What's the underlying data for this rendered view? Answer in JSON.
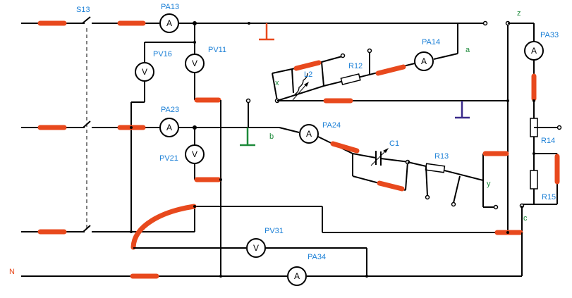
{
  "labels": {
    "S13": "S13",
    "PA13": "PA13",
    "PV16": "PV16",
    "PV11": "PV11",
    "PA14": "PA14",
    "PA33": "PA33",
    "L2": "L2",
    "R12": "R12",
    "PA23": "PA23",
    "PA24": "PA24",
    "C1": "C1",
    "R13": "R13",
    "PV21": "PV21",
    "R14": "R14",
    "R15": "R15",
    "PV31": "PV31",
    "PA34": "PA34",
    "N": "N"
  },
  "nodes": {
    "a": "a",
    "b": "b",
    "c": "c",
    "x": "x",
    "y": "y",
    "z": "z"
  },
  "meter_symbols": {
    "ammeter": "A",
    "voltmeter": "V"
  },
  "colors": {
    "wire": "#000000",
    "jumper": "#e8491d",
    "label": "#1a7fd6",
    "node": "#1d8a3a",
    "ground_green": "#1d8a3a",
    "ground_red": "#e8491d",
    "ground_purple": "#3a2a8a"
  }
}
